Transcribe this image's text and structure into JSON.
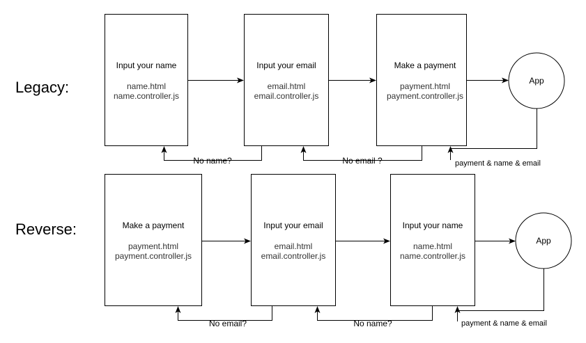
{
  "colors": {
    "stroke": "#000000",
    "background": "#ffffff",
    "file_text": "#333333"
  },
  "legacy": {
    "label": "Legacy:",
    "boxes": [
      {
        "title": "Input your name",
        "file1": "name.html",
        "file2": "name.controller.js"
      },
      {
        "title": "Input your email",
        "file1": "email.html",
        "file2": "email.controller.js"
      },
      {
        "title": "Make a payment",
        "file1": "payment.html",
        "file2": "payment.controller.js"
      }
    ],
    "app": "App",
    "back_labels": [
      "No name?",
      "No email ?"
    ],
    "app_edge_label": "payment & name & email"
  },
  "reverse": {
    "label": "Reverse:",
    "boxes": [
      {
        "title": "Make a payment",
        "file1": "payment.html",
        "file2": "payment.controller.js"
      },
      {
        "title": "Input your email",
        "file1": "email.html",
        "file2": "email.controller.js"
      },
      {
        "title": "Input your name",
        "file1": "name.html",
        "file2": "name.controller.js"
      }
    ],
    "app": "App",
    "back_labels": [
      "No email?",
      "No name?"
    ],
    "app_edge_label": "payment & name & email"
  }
}
